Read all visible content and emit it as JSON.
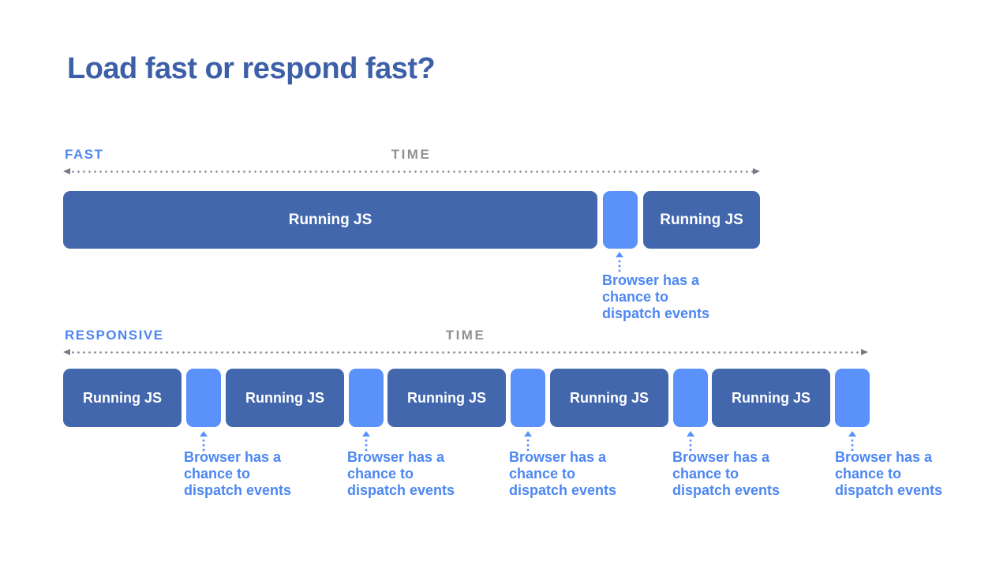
{
  "title": "Load fast or respond fast?",
  "labels": {
    "running_js": "Running JS",
    "annotation": "Browser has a\nchance to\ndispatch events"
  },
  "timelines": [
    {
      "name": "FAST",
      "axis_label": "TIME",
      "sequence": [
        "Running JS",
        "idle gap",
        "Running JS"
      ],
      "annotation_count": 1
    },
    {
      "name": "RESPONSIVE",
      "axis_label": "TIME",
      "sequence": [
        "Running JS",
        "idle gap",
        "Running JS",
        "idle gap",
        "Running JS",
        "idle gap",
        "Running JS",
        "idle gap",
        "Running JS",
        "idle gap"
      ],
      "annotation_count": 5
    }
  ],
  "colors": {
    "background": "#ffffff",
    "title_text": "#3d5fa8",
    "js_block": "#4267ad",
    "gap_block": "#5a91fb",
    "timeline_name_text": "#4d87f2",
    "annotation_text": "#4d87f2",
    "time_axis_label": "#8e9094",
    "axis_dots": "#8a8f99"
  }
}
